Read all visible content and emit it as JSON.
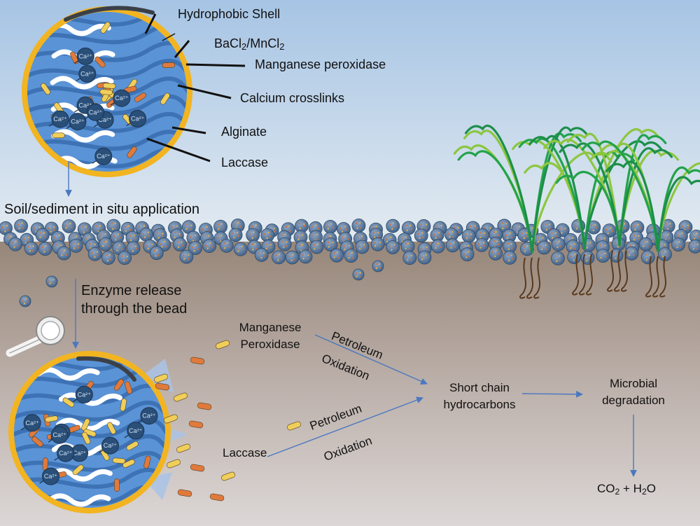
{
  "legend": {
    "hydrophobic_shell": "Hydrophobic Shell",
    "bacl2_prefix": "BaCl",
    "bacl2_sub": "2",
    "mncl2_prefix": "/MnCl",
    "mncl2_sub": "2",
    "manganese_peroxidase": "Manganese peroxidase",
    "calcium_crosslinks": "Calcium crosslinks",
    "alginate": "Alginate",
    "laccase": "Laccase"
  },
  "bead_ion_label": "Ca²⁺",
  "soil_application": "Soil/sediment in situ application",
  "enzyme_release_line1": "Enzyme release",
  "enzyme_release_line2": "through the bead",
  "pathway": {
    "mnp_line1": "Manganese",
    "mnp_line2": "Peroxidase",
    "petroleum_upper": "Petroleum",
    "oxidation_upper": "Oxidation",
    "laccase": "Laccase",
    "petroleum_lower": "Petroleum",
    "oxidation_lower": "Oxidation",
    "short_chain_line1": "Short chain",
    "short_chain_line2": "hydrocarbons",
    "microbial_line1": "Microbial",
    "microbial_line2": "degradation",
    "products_co": "CO",
    "products_co_sub": "2",
    "products_plus": " + H",
    "products_h_sub": "2",
    "products_o": "O"
  },
  "colors": {
    "sky_top": "#a9c6e4",
    "sky_bottom": "#dfe7ee",
    "soil_top": "#9a8a80",
    "soil_bottom": "#d6d0ce",
    "bead_shell": "#f2b420",
    "bead_core": "#5a93d6",
    "alginate": "#3a6fb0",
    "ca_node": "#2a4f78",
    "mnp_enzyme": "#e07a3c",
    "laccase_enzyme": "#efcf5a",
    "arrow": "#4a78c0",
    "grass": "#3aa84a",
    "root": "#5a3a1e"
  }
}
